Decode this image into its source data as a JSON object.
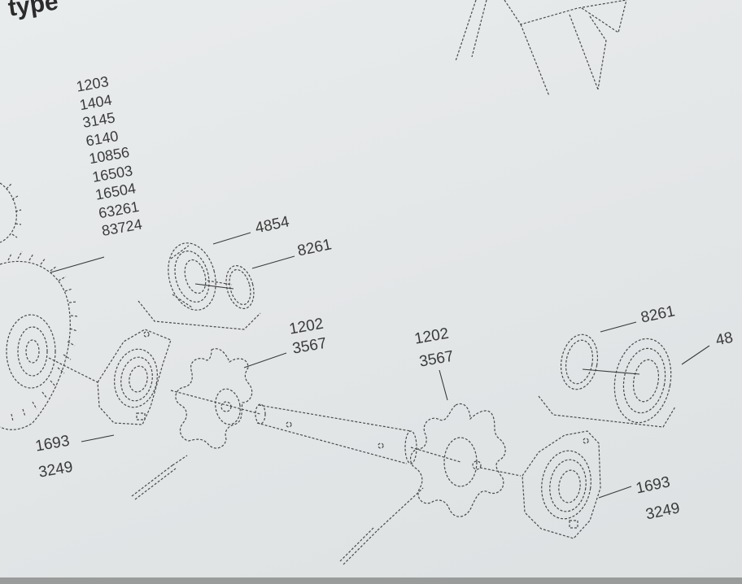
{
  "heading": "type",
  "callouts": {
    "part_list": [
      "1203",
      "1404",
      "3145",
      "6140",
      "10856",
      "16503",
      "16504",
      "63261",
      "83724"
    ],
    "bearing_left": "4854",
    "ring_left": "8261",
    "sprocket_left": {
      "line1": "1202",
      "line2": "3567"
    },
    "sprocket_right": {
      "line1": "1202",
      "line2": "3567"
    },
    "ring_right": "8261",
    "bearing_right_partial": "48",
    "flange_left": {
      "line1": "1693",
      "line2": "3249"
    },
    "flange_right": {
      "line1": "1693",
      "line2": "3249"
    }
  }
}
